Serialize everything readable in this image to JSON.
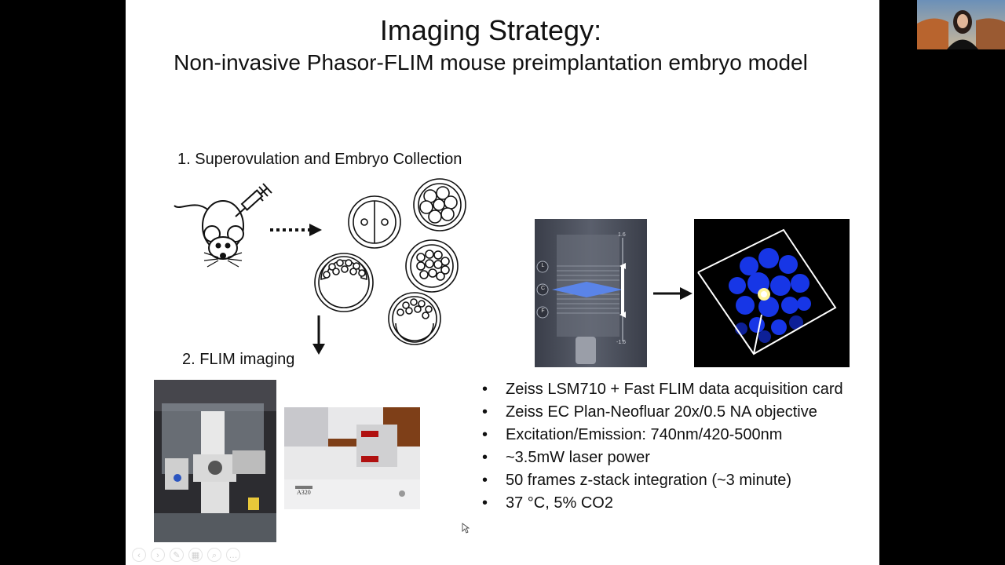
{
  "slide": {
    "title": "Imaging Strategy:",
    "subtitle": "Non-invasive Phasor-FLIM mouse preimplantation embryo model",
    "step1_label": "1. Superovulation and  Embryo Collection",
    "step2_label": "2. FLIM imaging",
    "bullets": [
      "Zeiss LSM710 + Fast FLIM data acquisition card",
      "Zeiss EC Plan-Neofluar 20x/0.5 NA objective",
      "Excitation/Emission: 740nm/420-500nm",
      "~3.5mW laser power",
      "50 frames z-stack integration (~3 minute)",
      "37 °C, 5% CO2"
    ],
    "zstack_panel": {
      "scale_top": "1.6",
      "scale_bottom": "-1.6",
      "buttons": [
        "L",
        "C",
        "F"
      ]
    },
    "device_label": "A320"
  },
  "icons": {
    "mouse": "mouse-with-syringe-icon",
    "embryo": "embryo-icon",
    "arrow": "arrow-icon",
    "controls": [
      "prev-icon",
      "next-icon",
      "pen-icon",
      "slides-icon",
      "zoom-icon",
      "more-icon"
    ]
  },
  "colors": {
    "slide_bg": "#ffffff",
    "frame_bg": "#000000",
    "stack_blue": "#5a84e8",
    "fluor_blue": "#1a3cff"
  }
}
